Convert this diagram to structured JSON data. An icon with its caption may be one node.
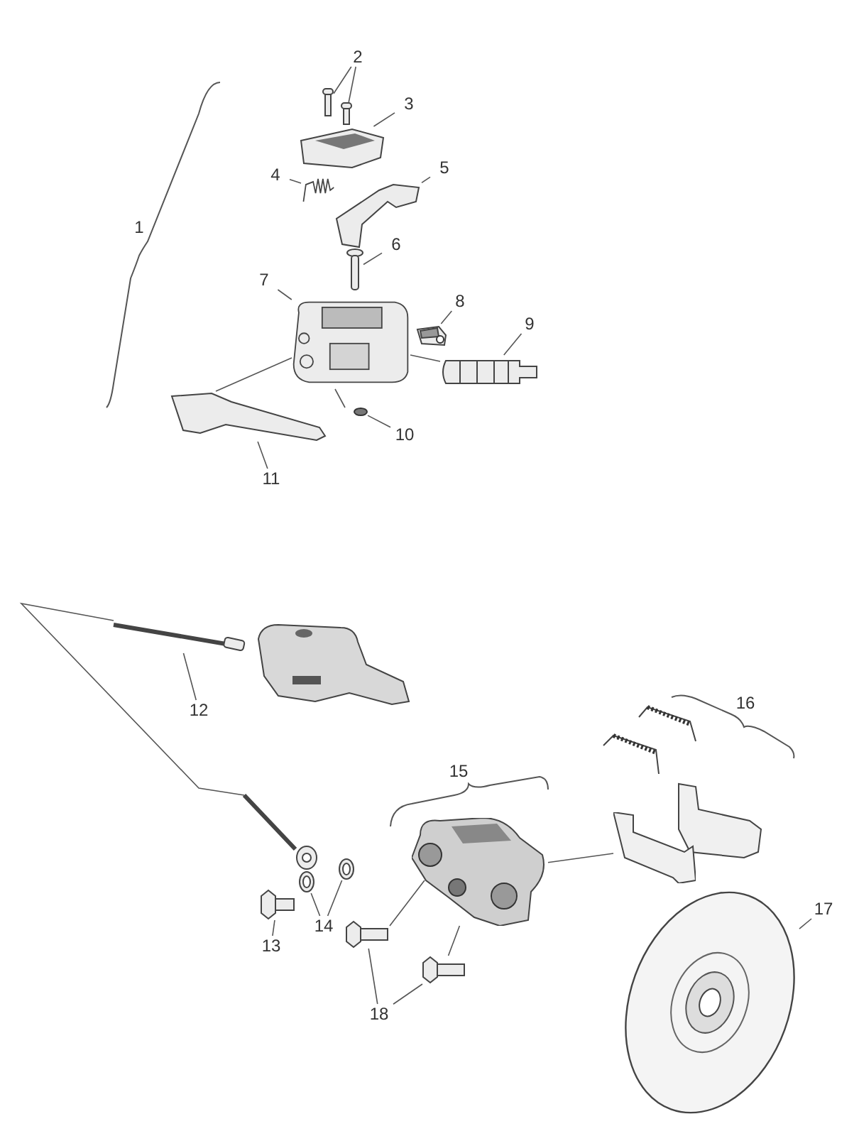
{
  "diagram": {
    "nodes": [
      {
        "text": [
          "2"
        ]
      },
      {
        "text": [],
        "shape": "picture"
      },
      {
        "text": [],
        "shape": "picture"
      },
      {
        "text": [
          "3"
        ]
      },
      {
        "text": [],
        "shape": "picture"
      },
      {
        "text": [
          "4"
        ]
      },
      {
        "text": [],
        "shape": "picture"
      },
      {
        "text": [
          "5"
        ]
      },
      {
        "text": [],
        "shape": "picture"
      },
      {
        "text": [
          "6"
        ]
      },
      {
        "text": [],
        "shape": "picture"
      },
      {
        "text": [
          "7"
        ]
      },
      {
        "text": [],
        "shape": "picture"
      },
      {
        "text": [
          "8"
        ]
      },
      {
        "text": [],
        "shape": "picture"
      },
      {
        "text": [
          "9"
        ]
      },
      {
        "text": [],
        "shape": "picture"
      },
      {
        "text": [
          "10"
        ]
      },
      {
        "text": [],
        "shape": "circle"
      },
      {
        "text": [
          "11"
        ]
      },
      {
        "text": [],
        "shape": "picture"
      },
      {
        "text": [
          "12"
        ]
      },
      {
        "text": [],
        "shape": "picture"
      },
      {
        "text": [
          "13"
        ]
      },
      {
        "text": [],
        "shape": "picture"
      },
      {
        "text": [
          "14"
        ]
      },
      {
        "text": [],
        "shape": "picture"
      },
      {
        "text": [],
        "shape": "picture"
      },
      {
        "text": [
          "17"
        ]
      },
      {
        "text": [],
        "shape": "picture"
      },
      {
        "text": [
          "18"
        ]
      },
      {
        "text": [],
        "shape": "picture"
      },
      {
        "text": [],
        "shape": "picture"
      },
      {
        "text": [],
        "shape": "picture"
      },
      {
        "text": [],
        "shape": "picture"
      }
    ],
    "edges": [
      {
        "from": 0,
        "to": 1,
        "arrow": "none"
      },
      {
        "from": 0,
        "to": 2,
        "arrow": "none"
      },
      {
        "from": 3,
        "to": 4,
        "arrow": "none"
      },
      {
        "from": 5,
        "to": 6,
        "arrow": "none"
      },
      {
        "from": 7,
        "to": 8,
        "arrow": "none"
      },
      {
        "from": 9,
        "to": 10,
        "arrow": "none"
      },
      {
        "from": 11,
        "to": 12,
        "arrow": "none"
      },
      {
        "from": 13,
        "to": 14,
        "arrow": "none"
      },
      {
        "from": 15,
        "to": 16,
        "arrow": "none"
      },
      {
        "from": 17,
        "to": 18,
        "arrow": "none"
      },
      {
        "from": 19,
        "to": 20,
        "arrow": "none"
      },
      {
        "from": 21,
        "to": 22,
        "arrow": "none"
      },
      {
        "from": 23,
        "to": 24,
        "arrow": "none"
      },
      {
        "from": 25,
        "to": 26,
        "arrow": "none"
      },
      {
        "from": 25,
        "to": 27,
        "arrow": "none"
      },
      {
        "from": 28,
        "to": 29,
        "arrow": "none"
      },
      {
        "from": 30,
        "to": 31,
        "arrow": "none"
      },
      {
        "from": 30,
        "to": 32,
        "arrow": "none"
      },
      {
        "from": 12,
        "to": 20,
        "arrow": "none"
      },
      {
        "from": 12,
        "to": 16,
        "arrow": "none"
      },
      {
        "from": 31,
        "to": 33,
        "arrow": "none"
      },
      {
        "from": 32,
        "to": 33,
        "arrow": "none"
      },
      {
        "from": 33,
        "to": 34,
        "arrow": "none"
      }
    ],
    "labels": [
      "1",
      "16",
      "15"
    ]
  }
}
